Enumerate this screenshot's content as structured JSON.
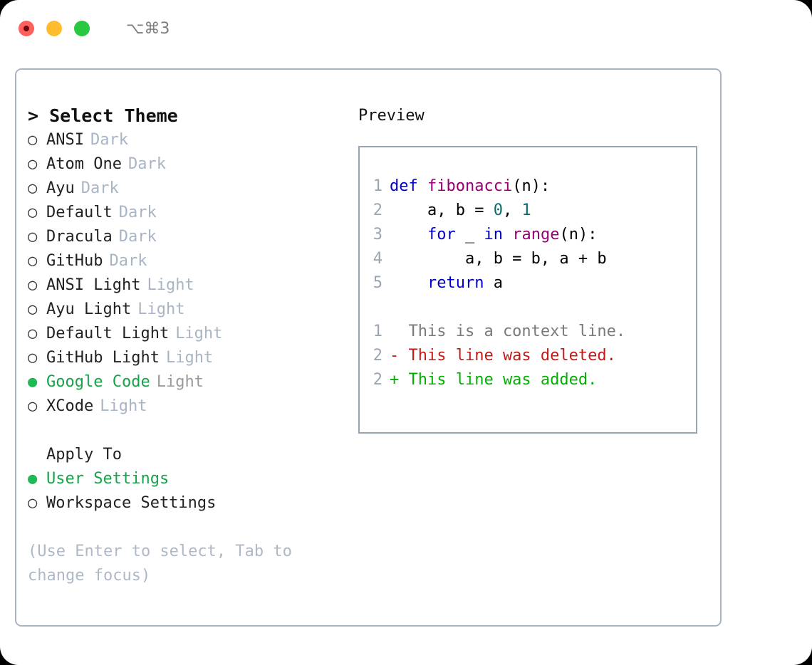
{
  "titlebar": {
    "shortcut": "⌥⌘3",
    "buttons": [
      {
        "name": "close",
        "color": "#ff605c"
      },
      {
        "name": "minimize",
        "color": "#ffbd2e"
      },
      {
        "name": "maximize",
        "color": "#28c840"
      }
    ]
  },
  "left": {
    "prompt": "> Select Theme",
    "themes": [
      {
        "marker": "○",
        "name": "ANSI",
        "kind": "Dark",
        "selected": false
      },
      {
        "marker": "○",
        "name": "Atom One",
        "kind": "Dark",
        "selected": false
      },
      {
        "marker": "○",
        "name": "Ayu",
        "kind": "Dark",
        "selected": false
      },
      {
        "marker": "○",
        "name": "Default",
        "kind": "Dark",
        "selected": false
      },
      {
        "marker": "○",
        "name": "Dracula",
        "kind": "Dark",
        "selected": false
      },
      {
        "marker": "○",
        "name": "GitHub",
        "kind": "Dark",
        "selected": false
      },
      {
        "marker": "○",
        "name": "ANSI Light",
        "kind": "Light",
        "selected": false
      },
      {
        "marker": "○",
        "name": "Ayu Light",
        "kind": "Light",
        "selected": false
      },
      {
        "marker": "○",
        "name": "Default Light",
        "kind": "Light",
        "selected": false
      },
      {
        "marker": "○",
        "name": "GitHub Light",
        "kind": "Light",
        "selected": false
      },
      {
        "marker": "●",
        "name": "Google Code",
        "kind": "Light",
        "selected": true
      },
      {
        "marker": "○",
        "name": "XCode",
        "kind": "Light",
        "selected": false
      }
    ],
    "apply_to_heading": "Apply To",
    "apply_to": [
      {
        "marker": "●",
        "label": "User Settings",
        "selected": true
      },
      {
        "marker": "○",
        "label": "Workspace Settings",
        "selected": false
      }
    ],
    "hint": "(Use Enter to select, Tab to change focus)"
  },
  "right": {
    "preview_title": "Preview",
    "code": [
      {
        "lineno": "1",
        "tokens": [
          {
            "t": "def ",
            "c": "kw"
          },
          {
            "t": "fibonacci",
            "c": "fn"
          },
          {
            "t": "(n):",
            "c": "pl"
          }
        ]
      },
      {
        "lineno": "2",
        "tokens": [
          {
            "t": "    a, b = ",
            "c": "pl"
          },
          {
            "t": "0",
            "c": "num"
          },
          {
            "t": ", ",
            "c": "pl"
          },
          {
            "t": "1",
            "c": "num"
          }
        ]
      },
      {
        "lineno": "3",
        "tokens": [
          {
            "t": "    ",
            "c": "pl"
          },
          {
            "t": "for",
            "c": "kw"
          },
          {
            "t": " _ ",
            "c": "pl"
          },
          {
            "t": "in",
            "c": "kw"
          },
          {
            "t": " ",
            "c": "pl"
          },
          {
            "t": "range",
            "c": "fn"
          },
          {
            "t": "(n):",
            "c": "pl"
          }
        ]
      },
      {
        "lineno": "4",
        "tokens": [
          {
            "t": "        a, b = b, a + b",
            "c": "pl"
          }
        ]
      },
      {
        "lineno": "5",
        "tokens": [
          {
            "t": "    ",
            "c": "pl"
          },
          {
            "t": "return",
            "c": "kw"
          },
          {
            "t": " a",
            "c": "pl"
          }
        ]
      }
    ],
    "diff": [
      {
        "lineno": "1",
        "text": "  This is a context line.",
        "kind": "ctx"
      },
      {
        "lineno": "2",
        "text": "- This line was deleted.",
        "kind": "del"
      },
      {
        "lineno": "2",
        "text": "+ This line was added.",
        "kind": "add"
      }
    ]
  },
  "colors": {
    "accent_green": "#16a34a",
    "muted": "#a9b4c4",
    "border": "#aab4c2",
    "keyword": "#0000cc",
    "function": "#990073",
    "number": "#0b6b6b",
    "diff_delete": "#c41a16",
    "diff_add": "#00b000"
  }
}
